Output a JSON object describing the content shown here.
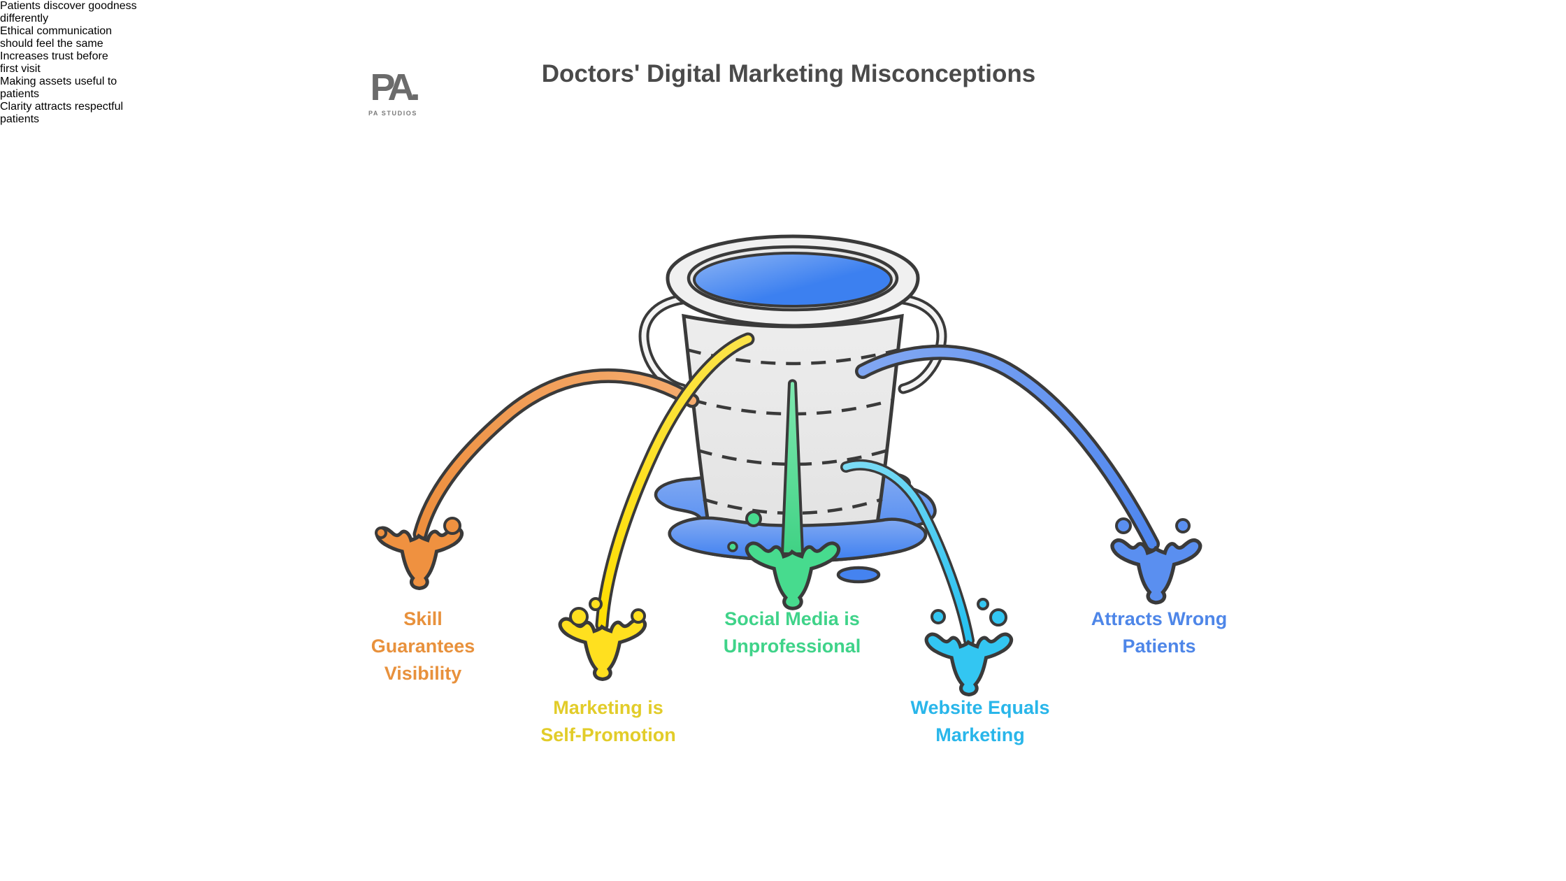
{
  "header": {
    "title": "Doctors' Digital Marketing Misconceptions",
    "logo": {
      "mark": "PA.",
      "subtext": "PA STUDIOS"
    }
  },
  "illustration": {
    "subject": "leaking-bucket-with-five-leak-streams",
    "outline_color": "#3a3a3a",
    "bucket_fill": "#e9e9e9",
    "rim_fill": "#f0f0f0",
    "water_color": "#3c7ff0",
    "puddle_color": "#4583f0"
  },
  "misconceptions": [
    {
      "label": "Skill Guarantees Visibility",
      "description": "Patients discover goodness differently",
      "color": "#e8913c"
    },
    {
      "label": "Marketing is Self-Promotion",
      "description": "Ethical communication should feel the same",
      "color": "#e2cc29"
    },
    {
      "label": "Social Media is Unprofessional",
      "description": "Increases trust before first visit",
      "color": "#3fd389"
    },
    {
      "label": "Website Equals Marketing",
      "description": "Making assets useful to patients",
      "color": "#29b6ea"
    },
    {
      "label": "Attracts Wrong Patients",
      "description": "Clarity attracts respectful patients",
      "color": "#4e86e8"
    }
  ]
}
